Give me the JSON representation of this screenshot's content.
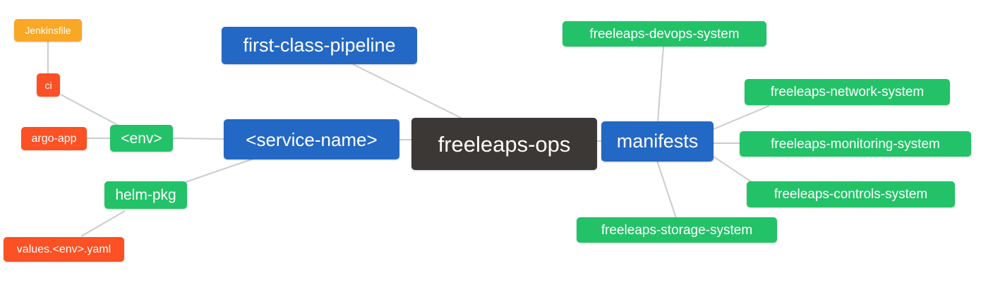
{
  "diagram": {
    "type": "mindmap",
    "root_label": "freeleaps-ops",
    "colors": {
      "blue": "#2368c4",
      "green": "#23c268",
      "red": "#fb5124",
      "orange": "#f9a825",
      "dark": "#3c3836",
      "edge": "#cccccc",
      "text": "#ffffff",
      "background": "#ffffff"
    },
    "nodes": {
      "jenkinsfile": {
        "label": "Jenkinsfile",
        "color_key": "orange"
      },
      "ci": {
        "label": "ci",
        "color_key": "red"
      },
      "argo_app": {
        "label": "argo-app",
        "color_key": "red"
      },
      "env": {
        "label": "<env>",
        "color_key": "green"
      },
      "helm_pkg": {
        "label": "helm-pkg",
        "color_key": "green"
      },
      "values_yaml": {
        "label": "values.<env>.yaml",
        "color_key": "red"
      },
      "pipeline": {
        "label": "first-class-pipeline",
        "color_key": "blue"
      },
      "service_name": {
        "label": "<service-name>",
        "color_key": "blue"
      },
      "ops": {
        "label": "freeleaps-ops",
        "color_key": "dark"
      },
      "manifests": {
        "label": "manifests",
        "color_key": "blue"
      },
      "devops": {
        "label": "freeleaps-devops-system",
        "color_key": "green"
      },
      "network": {
        "label": "freeleaps-network-system",
        "color_key": "green"
      },
      "monitoring": {
        "label": "freeleaps-monitoring-system",
        "color_key": "green"
      },
      "controls": {
        "label": "freeleaps-controls-system",
        "color_key": "green"
      },
      "storage": {
        "label": "freeleaps-storage-system",
        "color_key": "green"
      }
    },
    "edges": [
      {
        "from": "Jenkinsfile",
        "to": "ci"
      },
      {
        "from": "ci",
        "to": "<env>"
      },
      {
        "from": "argo-app",
        "to": "<env>"
      },
      {
        "from": "<env>",
        "to": "<service-name>"
      },
      {
        "from": "helm-pkg",
        "to": "<service-name>"
      },
      {
        "from": "values.<env>.yaml",
        "to": "helm-pkg"
      },
      {
        "from": "<service-name>",
        "to": "freeleaps-ops"
      },
      {
        "from": "first-class-pipeline",
        "to": "freeleaps-ops"
      },
      {
        "from": "freeleaps-ops",
        "to": "manifests"
      },
      {
        "from": "freeleaps-devops-system",
        "to": "manifests"
      },
      {
        "from": "manifests",
        "to": "freeleaps-network-system"
      },
      {
        "from": "manifests",
        "to": "freeleaps-monitoring-system"
      },
      {
        "from": "manifests",
        "to": "freeleaps-controls-system"
      },
      {
        "from": "manifests",
        "to": "freeleaps-storage-system"
      }
    ],
    "hierarchy": {
      "freeleaps-ops": {
        "first-class-pipeline": {},
        "<service-name>": {
          "<env>": {
            "ci": {
              "Jenkinsfile": {}
            },
            "argo-app": {}
          },
          "helm-pkg": {
            "values.<env>.yaml": {}
          }
        },
        "manifests": {
          "freeleaps-devops-system": {},
          "freeleaps-network-system": {},
          "freeleaps-monitoring-system": {},
          "freeleaps-controls-system": {},
          "freeleaps-storage-system": {}
        }
      }
    }
  }
}
